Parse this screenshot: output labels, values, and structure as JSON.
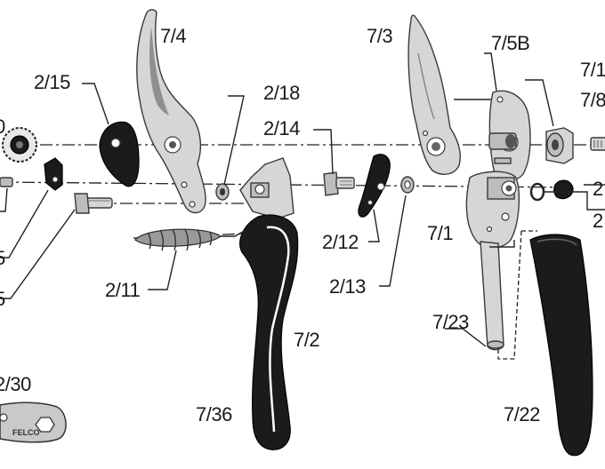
{
  "labels": {
    "p7_4": "7/4",
    "p7_3": "7/3",
    "p7_5b": "7/5B",
    "p7_1x": "7/1",
    "p7_8x": "7/8",
    "p2_15": "2/15",
    "p2_18": "2/18",
    "p2_14": "2/14",
    "p2_12": "2/12",
    "p2_13": "2/13",
    "p2_11": "2/11",
    "p7_1": "7/1",
    "p7_2": "7/2",
    "p7_23": "7/23",
    "p7_36": "7/36",
    "p7_22": "7/22",
    "p2_30": "2/30",
    "cut_left_top": "0",
    "cut_left_a": "5",
    "cut_left_b": "5",
    "cut_right_a": "2",
    "cut_right_b": "2",
    "wrench_brand": "FELCO"
  }
}
